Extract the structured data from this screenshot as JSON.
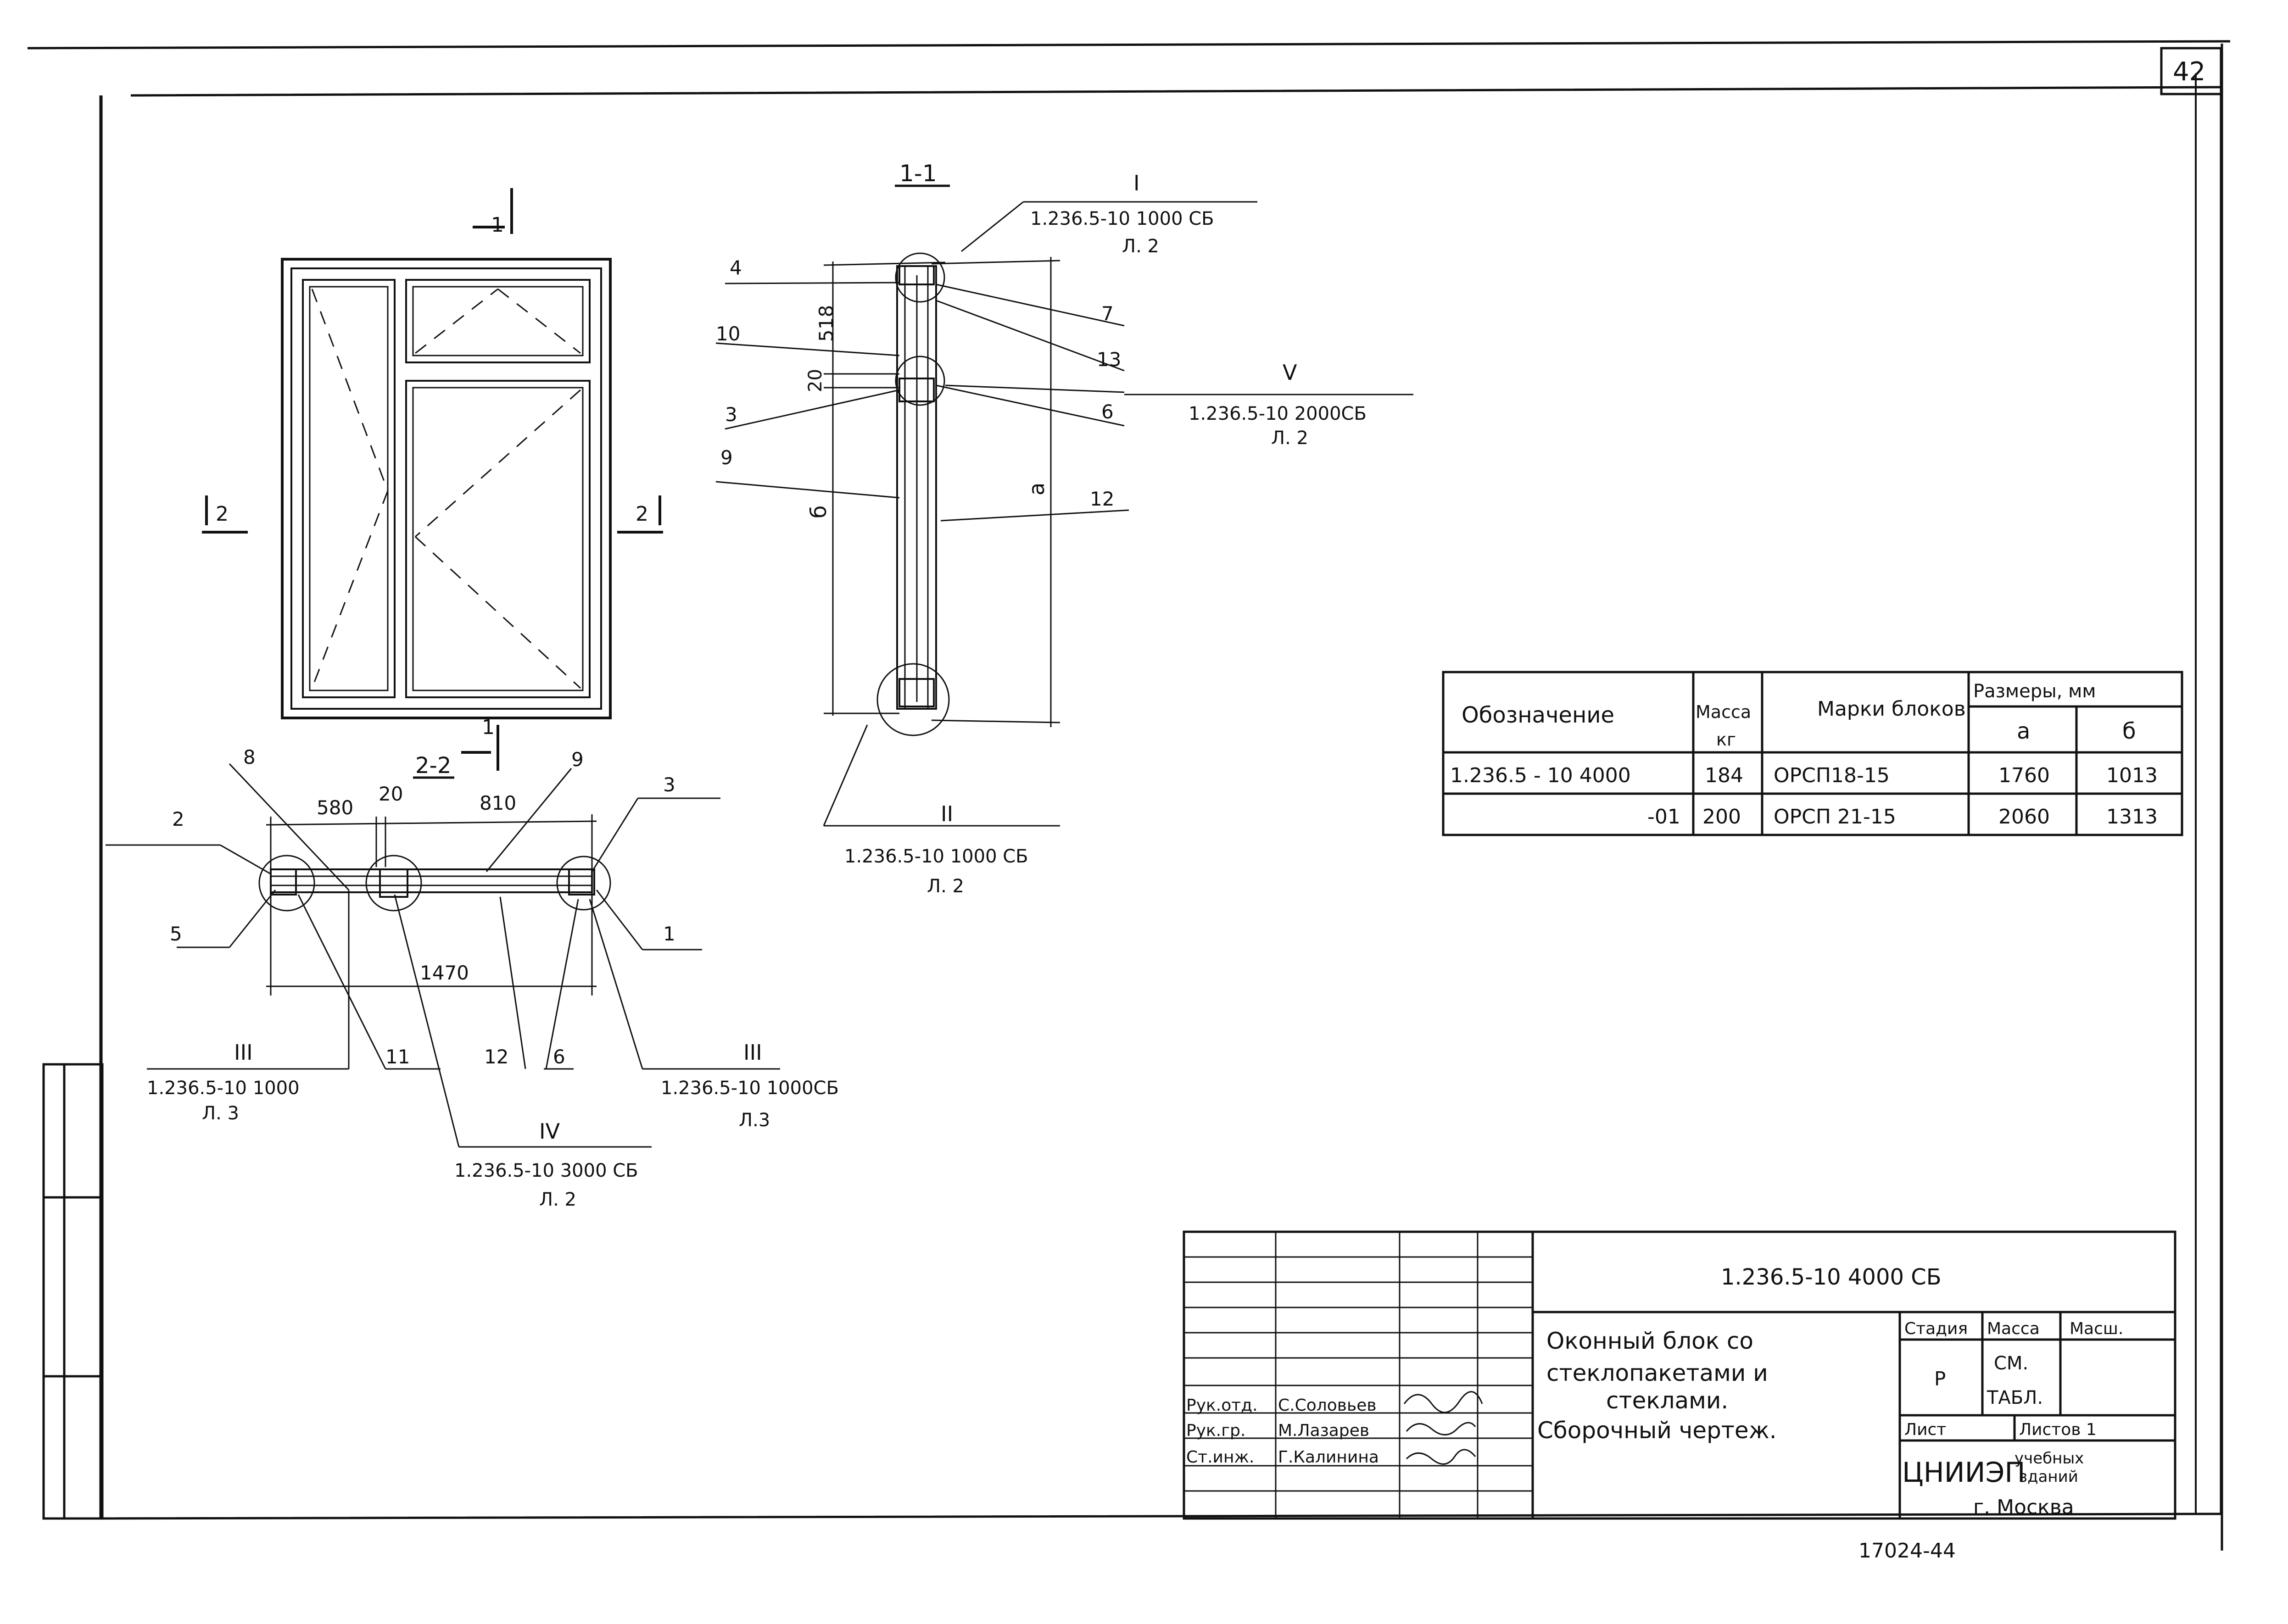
{
  "sheet_number": "42",
  "archive_number": "17024-44",
  "views": {
    "elevation": {
      "section_mark_top": "1",
      "section_mark_bottom": "1",
      "section_mark_left": "2",
      "section_mark_right": "2"
    },
    "section_1_1": {
      "title": "1-1"
    },
    "section_2_2": {
      "title": "2-2"
    }
  },
  "dimensions": {
    "d518": "518",
    "d20v": "20",
    "d580": "580",
    "d20h": "20",
    "d810": "810",
    "d1470": "1470",
    "a": "а",
    "b": "б"
  },
  "positions": {
    "p4": "4",
    "p10": "10",
    "p3a": "3",
    "p9a": "9",
    "p7": "7",
    "p13": "13",
    "p6a": "6",
    "p12a": "12",
    "p8": "8",
    "p9b": "9",
    "p2": "2",
    "p3b": "3",
    "p5": "5",
    "p1": "1",
    "p11": "11",
    "p12b": "12",
    "p6b": "6"
  },
  "callouts": {
    "I": {
      "num": "I",
      "ref": "1.236.5-10  1000 СБ",
      "sheet": "Л. 2"
    },
    "V": {
      "num": "V",
      "ref": "1.236.5-10  2000СБ",
      "sheet": "Л. 2"
    },
    "II": {
      "num": "II",
      "ref": "1.236.5-10  1000 СБ",
      "sheet": "Л. 2"
    },
    "III_left": {
      "num": "III",
      "ref": "1.236.5-10  1000",
      "sheet": "Л. 3"
    },
    "III_right": {
      "num": "III",
      "ref": "1.236.5-10  1000СБ",
      "sheet": "Л.3"
    },
    "IV": {
      "num": "IV",
      "ref": "1.236.5-10  3000 СБ",
      "sheet": "Л. 2"
    }
  },
  "spec_table": {
    "headers": {
      "designation": "Обозначение",
      "mass": "Масса",
      "mass_unit": "кг",
      "marks": "Марки блоков",
      "sizes": "Размеры, мм",
      "a": "а",
      "b": "б"
    },
    "rows": [
      {
        "designation": "1.236.5 - 10   4000",
        "mass": "184",
        "mark": "ОРСП18-15",
        "a": "1760",
        "b": "1013"
      },
      {
        "designation": "-01",
        "mass": "200",
        "mark": "ОРСП 21-15",
        "a": "2060",
        "b": "1313"
      }
    ]
  },
  "title_block": {
    "code": "1.236.5-10   4000 СБ",
    "title_lines": [
      "Оконный блок со",
      "стеклопакетами и",
      "стеклами.",
      "Сборочный чертеж."
    ],
    "stage_label": "Стадия",
    "mass_label": "Масса",
    "scale_label": "Масш.",
    "stage_value": "Р",
    "mass_value_1": "СМ.",
    "mass_value_2": "ТАБЛ.",
    "sheet_label": "Лист",
    "sheets_label": "Листов 1",
    "org": "ЦНИИЭП",
    "org_sub_1": "учебных",
    "org_sub_2": "зданий",
    "city": "г. Москва",
    "signatures": [
      {
        "role": "Рук.отд.",
        "name": "С.Соловьев"
      },
      {
        "role": "Рук.гр.",
        "name": "М.Лазарев"
      },
      {
        "role": "Ст.инж.",
        "name": "Г.Калинина"
      }
    ]
  }
}
